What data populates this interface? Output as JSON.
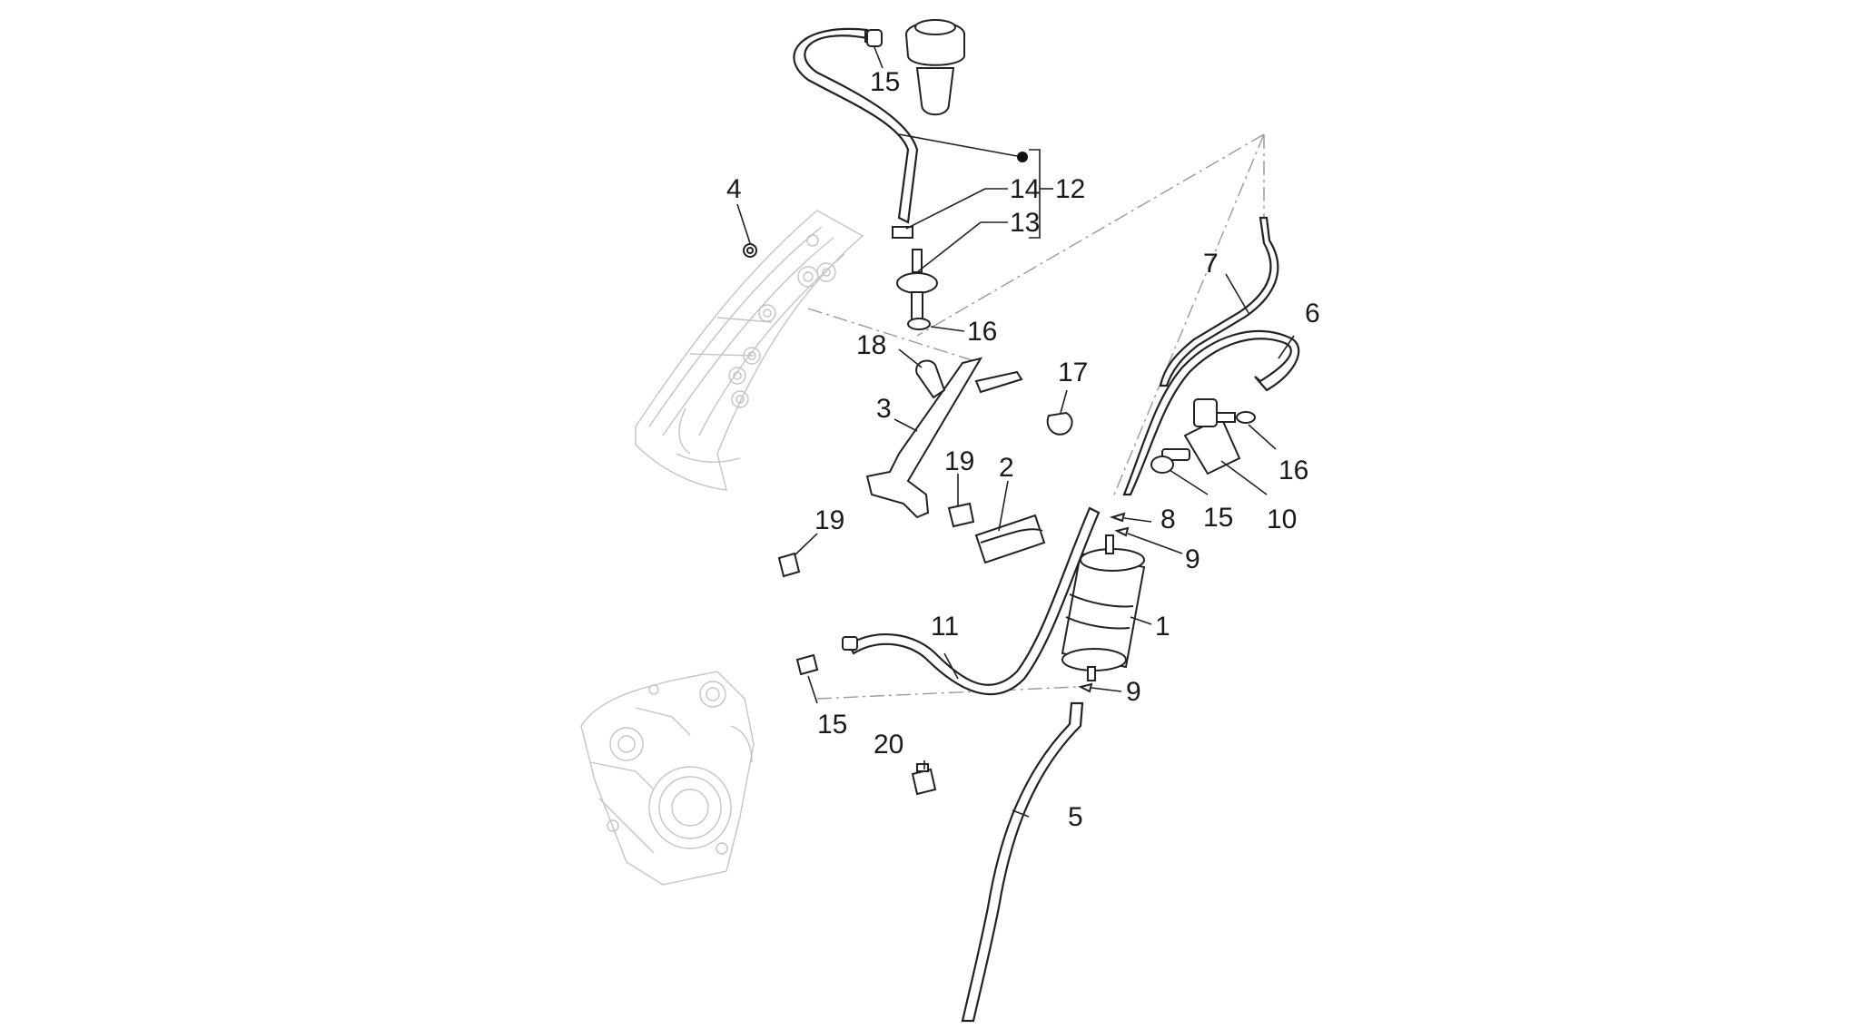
{
  "diagram": {
    "callouts": [
      {
        "id": "c1",
        "label": "1"
      },
      {
        "id": "c2",
        "label": "2"
      },
      {
        "id": "c3",
        "label": "3"
      },
      {
        "id": "c4",
        "label": "4"
      },
      {
        "id": "c5",
        "label": "5"
      },
      {
        "id": "c6",
        "label": "6"
      },
      {
        "id": "c7",
        "label": "7"
      },
      {
        "id": "c8",
        "label": "8"
      },
      {
        "id": "c9a",
        "label": "9"
      },
      {
        "id": "c9b",
        "label": "9"
      },
      {
        "id": "c10",
        "label": "10"
      },
      {
        "id": "c11",
        "label": "11"
      },
      {
        "id": "c12",
        "label": "12"
      },
      {
        "id": "c13",
        "label": "13"
      },
      {
        "id": "c14",
        "label": "14"
      },
      {
        "id": "c15a",
        "label": "15"
      },
      {
        "id": "c15b",
        "label": "15"
      },
      {
        "id": "c15c",
        "label": "15"
      },
      {
        "id": "c16a",
        "label": "16"
      },
      {
        "id": "c16b",
        "label": "16"
      },
      {
        "id": "c17",
        "label": "17"
      },
      {
        "id": "c18",
        "label": "18"
      },
      {
        "id": "c19a",
        "label": "19"
      },
      {
        "id": "c19b",
        "label": "19"
      },
      {
        "id": "c20",
        "label": "20"
      }
    ],
    "colors": {
      "line": "#222222",
      "ghost": "#c4c4c4",
      "axis": "#9a9a9a",
      "background": "#ffffff"
    }
  }
}
